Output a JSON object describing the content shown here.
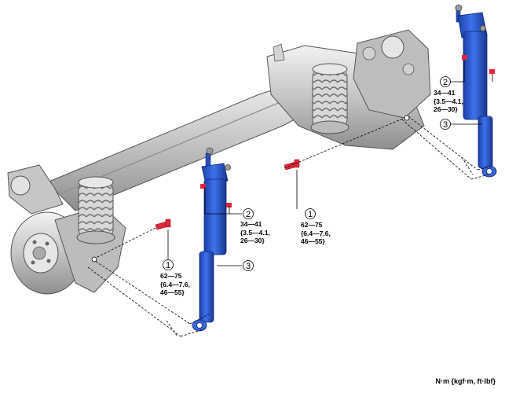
{
  "callouts": {
    "c1": "1",
    "c2": "2",
    "c3": "3"
  },
  "specs": {
    "left_bolt": [
      "62—75",
      "{6.4—7.6,",
      "46—55}"
    ],
    "left_upper": [
      "34—41",
      "{3.5—4.1,",
      "26—30}"
    ],
    "right_bolt": [
      "62—75",
      "{6.4—7.6,",
      "46—55}"
    ],
    "right_upper": [
      "34—41",
      "{3.5—4.1,",
      "26—30}"
    ]
  },
  "unit_label": "N·m {kgf·m, ft·lbf}",
  "colors": {
    "shock_blue": "#2f5fd6",
    "bolt_red": "#e0283a",
    "axle_grey": "#c8c8c8"
  }
}
